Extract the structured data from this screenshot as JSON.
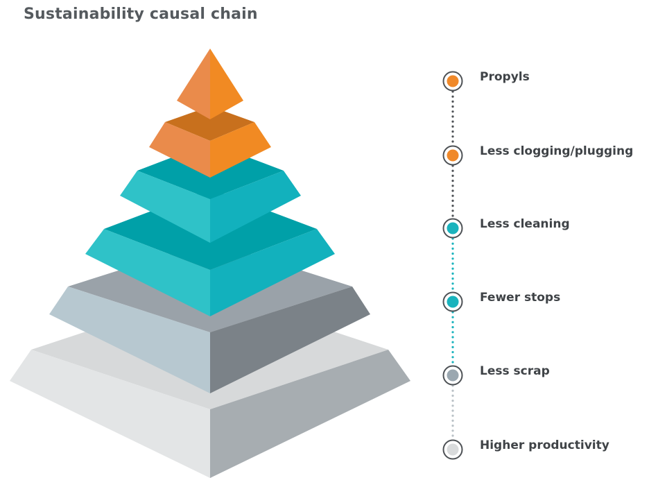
{
  "title": "Sustainability causal chain",
  "colors": {
    "orange": "#f0892a",
    "teal": "#1ab3bd",
    "slate": "#9aa2a9",
    "light_gray": "#d9dbdc",
    "ring": "#4d5155"
  },
  "chain": [
    {
      "label": "Propyls",
      "color": "#f0892a"
    },
    {
      "label": "Less clogging/plugging",
      "color": "#f0892a"
    },
    {
      "label": "Less cleaning",
      "color": "#1ab3bd"
    },
    {
      "label": "Fewer stops",
      "color": "#1ab3bd"
    },
    {
      "label": "Less scrap",
      "color": "#9aa7b0"
    },
    {
      "label": "Higher productivity",
      "color": "#d9dbdc"
    }
  ]
}
